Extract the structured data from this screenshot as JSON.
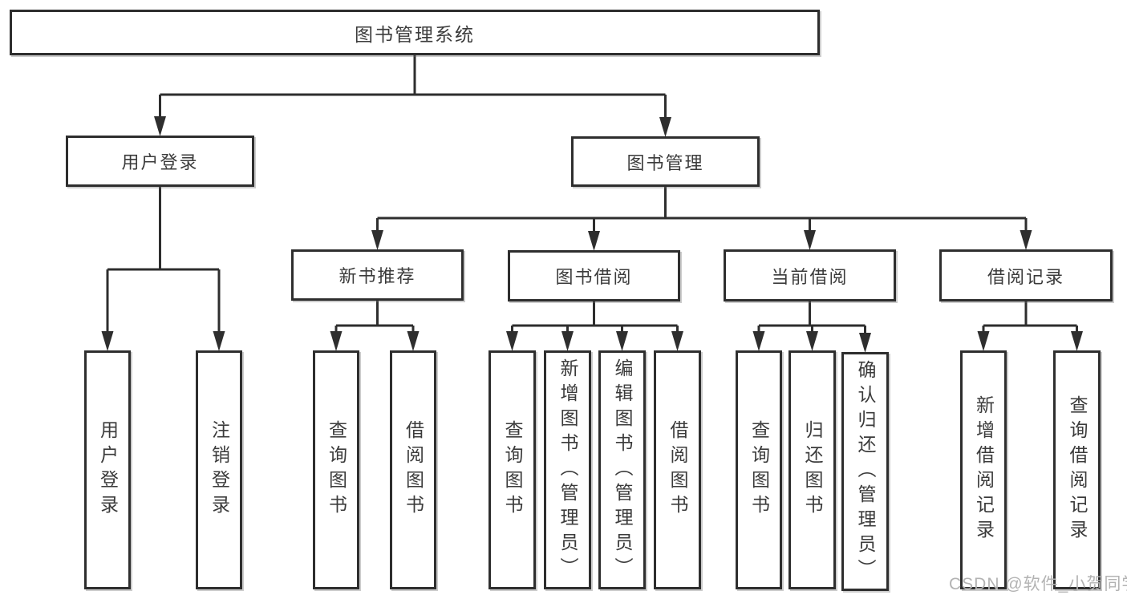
{
  "diagram": {
    "title": "图书管理系统",
    "nodes": {
      "root": {
        "label": "图书管理系统"
      },
      "user-login": {
        "label": "用户登录"
      },
      "book-mgmt": {
        "label": "图书管理"
      },
      "new-book-rec": {
        "label": "新书推荐"
      },
      "book-borrow": {
        "label": "图书借阅"
      },
      "current-borrow": {
        "label": "当前借阅"
      },
      "borrow-records": {
        "label": "借阅记录"
      },
      "ul-login": {
        "label": "用户登录"
      },
      "ul-logout": {
        "label": "注销登录"
      },
      "nbr-query": {
        "label": "查询图书"
      },
      "nbr-borrow": {
        "label": "借阅图书"
      },
      "bb-query": {
        "label": "查询图书"
      },
      "bb-add": {
        "label": "新增图书（管理员）"
      },
      "bb-edit": {
        "label": "编辑图书（管理员）"
      },
      "bb-borrow": {
        "label": "借阅图书"
      },
      "cb-query": {
        "label": "查询图书"
      },
      "cb-return": {
        "label": "归还图书"
      },
      "cb-confirm": {
        "label": "确认归还（管理员）"
      },
      "br-add": {
        "label": "新增借阅记录"
      },
      "br-query": {
        "label": "查询借阅记录"
      }
    },
    "edges": [
      [
        "root",
        "user-login"
      ],
      [
        "root",
        "book-mgmt"
      ],
      [
        "user-login",
        "ul-login"
      ],
      [
        "user-login",
        "ul-logout"
      ],
      [
        "book-mgmt",
        "new-book-rec"
      ],
      [
        "book-mgmt",
        "book-borrow"
      ],
      [
        "book-mgmt",
        "current-borrow"
      ],
      [
        "book-mgmt",
        "borrow-records"
      ],
      [
        "new-book-rec",
        "nbr-query"
      ],
      [
        "new-book-rec",
        "nbr-borrow"
      ],
      [
        "book-borrow",
        "bb-query"
      ],
      [
        "book-borrow",
        "bb-add"
      ],
      [
        "book-borrow",
        "bb-edit"
      ],
      [
        "book-borrow",
        "bb-borrow"
      ],
      [
        "current-borrow",
        "cb-query"
      ],
      [
        "current-borrow",
        "cb-return"
      ],
      [
        "current-borrow",
        "cb-confirm"
      ],
      [
        "borrow-records",
        "br-add"
      ],
      [
        "borrow-records",
        "br-query"
      ]
    ],
    "watermark": "CSDN @软件_小贺同学",
    "colors": {
      "line": "#2e2e2e",
      "text": "#3b3b3b",
      "watermark": "#b3b3b3",
      "background": "#ffffff"
    }
  }
}
